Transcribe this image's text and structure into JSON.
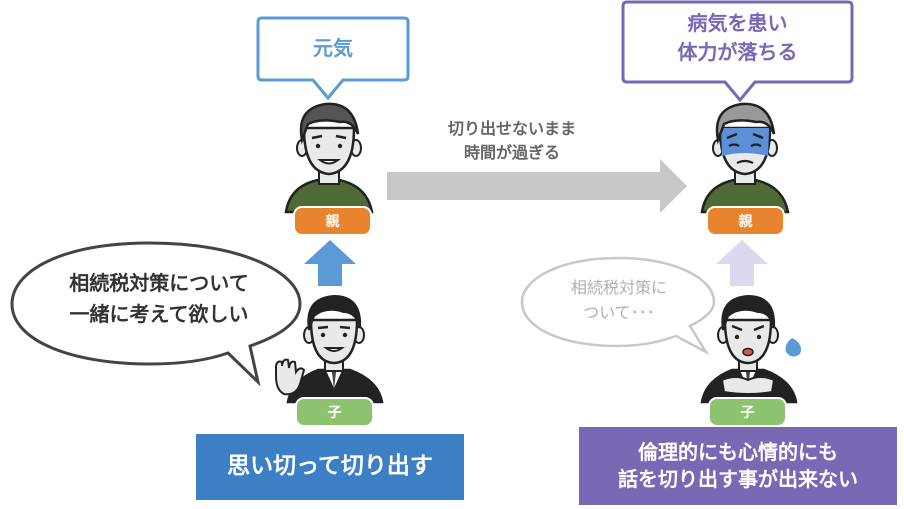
{
  "colors": {
    "blue": "#5a9bd5",
    "purple": "#7b68b5",
    "orange": "#e8842e",
    "green": "#8dc26f",
    "shirt_green": "#4e6b35",
    "gray_arrow": "#c8c8c8",
    "dark_blue_box": "#3d7fc4",
    "purple_box": "#7b68b5",
    "sick_face": "#5b8fd8"
  },
  "left": {
    "speech_top": "元気",
    "parent_badge": "親",
    "child_badge": "子",
    "child_speech": "相続税対策について\n一緒に考えて欲しい",
    "bottom_box": "思い切って切り出す"
  },
  "middle": {
    "arrow_label": "切り出せないまま\n時間が過ぎる"
  },
  "right": {
    "speech_top": "病気を患い\n体力が落ちる",
    "parent_badge": "親",
    "child_badge": "子",
    "child_speech": "相続税対策に\nついて･･･",
    "bottom_box": "倫理的にも心情的にも\n話を切り出す事が出来ない"
  }
}
